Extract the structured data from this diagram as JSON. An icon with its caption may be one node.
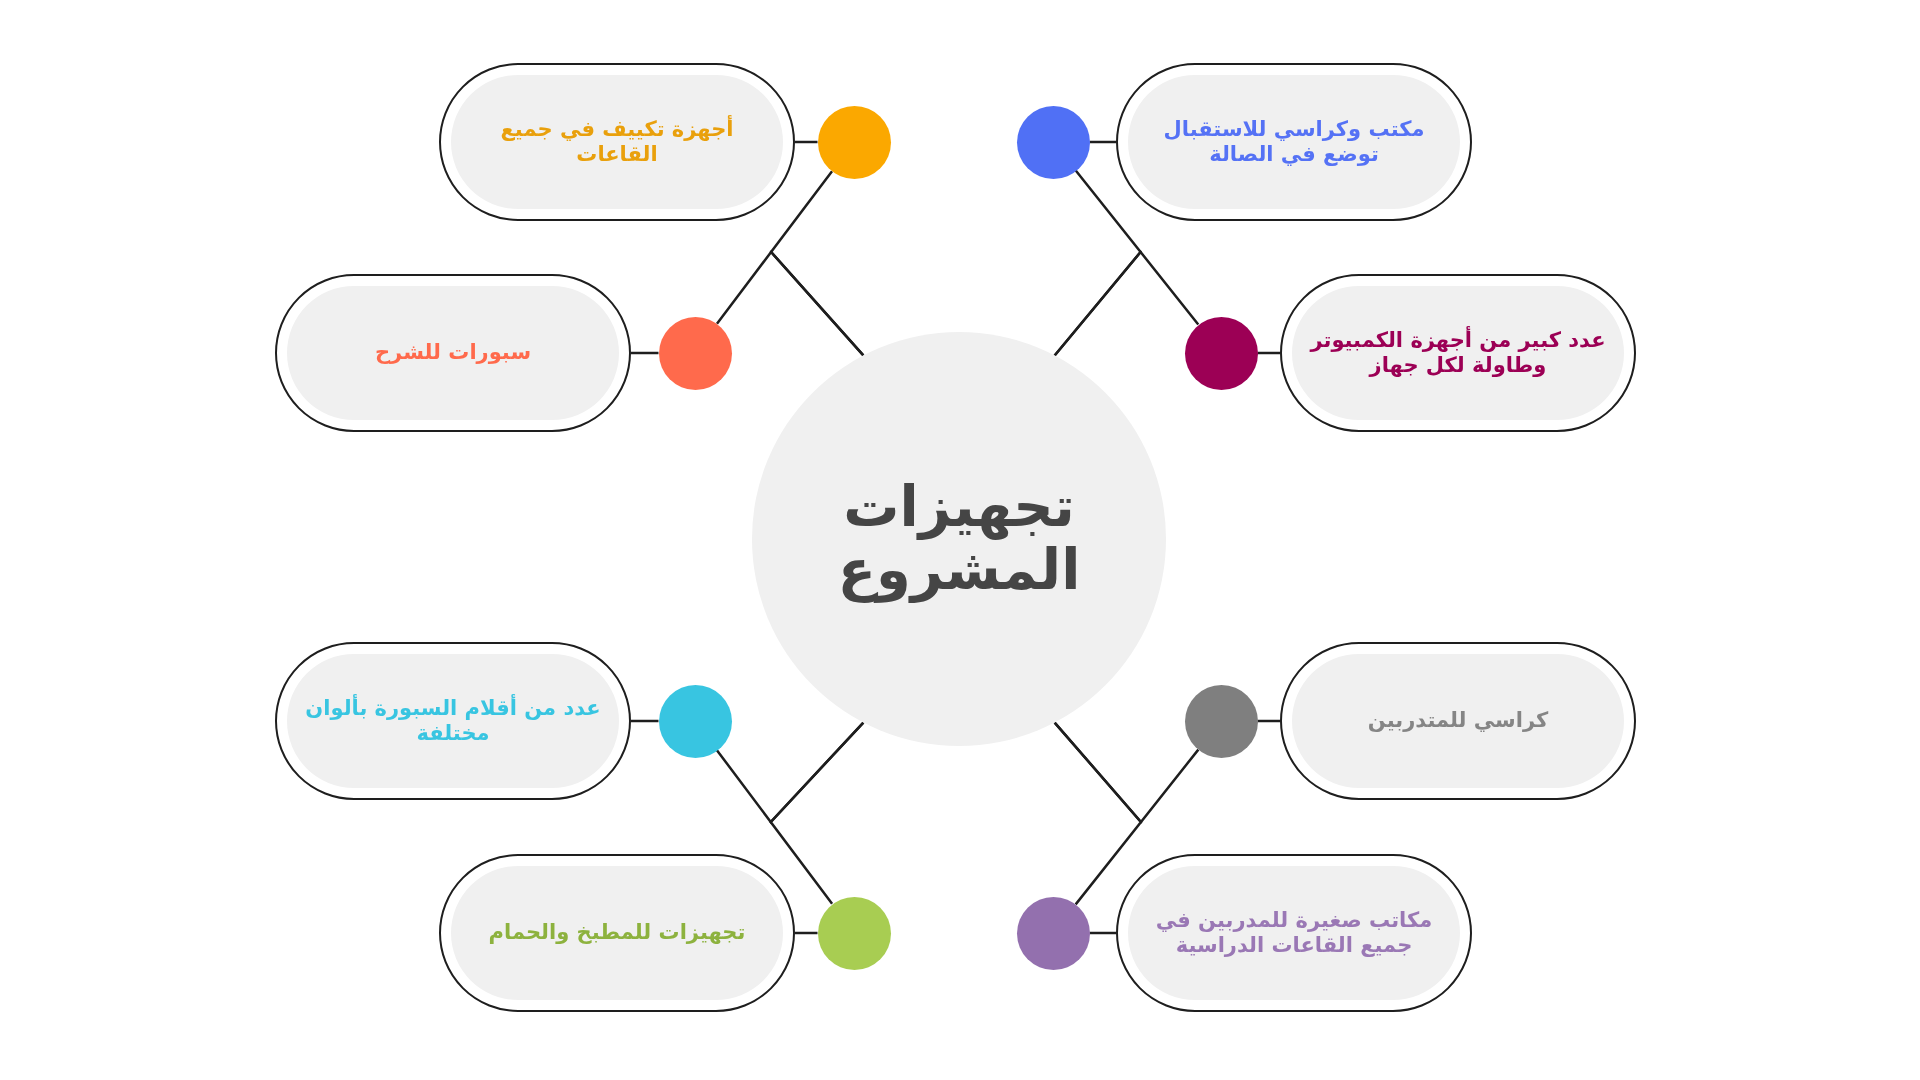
{
  "diagram": {
    "nodes": [
      {
        "text": [
          "تجهيزات المشروع"
        ]
      },
      {
        "text": [
          "مكتب وكراسي للاستقبال توضع في الصالة"
        ]
      },
      {
        "text": [
          "أجهزة تكييف في جميع القاعات"
        ]
      },
      {
        "text": [
          "عدد كبير من أجهزة الكمبيوتر وطاولة لكل جهاز"
        ]
      },
      {
        "text": [
          "سبورات للشرح"
        ]
      },
      {
        "text": [
          "كراسي للمتدربين"
        ]
      },
      {
        "text": [
          "عدد من أقلام السبورة بألوان مختلفة"
        ]
      },
      {
        "text": [
          "مكاتب صغيرة للمدربين في جميع القاعات الدراسية"
        ]
      },
      {
        "text": [
          "تجهيزات للمطبخ والحمام"
        ]
      },
      {
        "text": [],
        "shape": "circle"
      },
      {
        "text": [],
        "shape": "circle"
      },
      {
        "text": [],
        "shape": "circle"
      },
      {
        "text": [],
        "shape": "circle"
      },
      {
        "text": [],
        "shape": "circle"
      },
      {
        "text": [],
        "shape": "circle"
      },
      {
        "text": [],
        "shape": "circle"
      },
      {
        "text": [],
        "shape": "circle"
      }
    ],
    "edges": [
      {
        "from": 0,
        "to": 9,
        "arrow": "none"
      },
      {
        "from": 0,
        "to": 11,
        "arrow": "none"
      },
      {
        "from": 0,
        "to": 10,
        "arrow": "none"
      },
      {
        "from": 0,
        "to": 12,
        "arrow": "none"
      },
      {
        "from": 0,
        "to": 13,
        "arrow": "none"
      },
      {
        "from": 0,
        "to": 15,
        "arrow": "none"
      },
      {
        "from": 0,
        "to": 14,
        "arrow": "none"
      },
      {
        "from": 0,
        "to": 16,
        "arrow": "none"
      },
      {
        "from": 9,
        "to": 2,
        "arrow": "none"
      },
      {
        "from": 10,
        "to": 1,
        "arrow": "none"
      },
      {
        "from": 11,
        "to": 4,
        "arrow": "none"
      },
      {
        "from": 12,
        "to": 3,
        "arrow": "none"
      },
      {
        "from": 13,
        "to": 6,
        "arrow": "none"
      },
      {
        "from": 14,
        "to": 5,
        "arrow": "none"
      },
      {
        "from": 15,
        "to": 8,
        "arrow": "none"
      },
      {
        "from": 16,
        "to": 7,
        "arrow": "none"
      }
    ]
  }
}
